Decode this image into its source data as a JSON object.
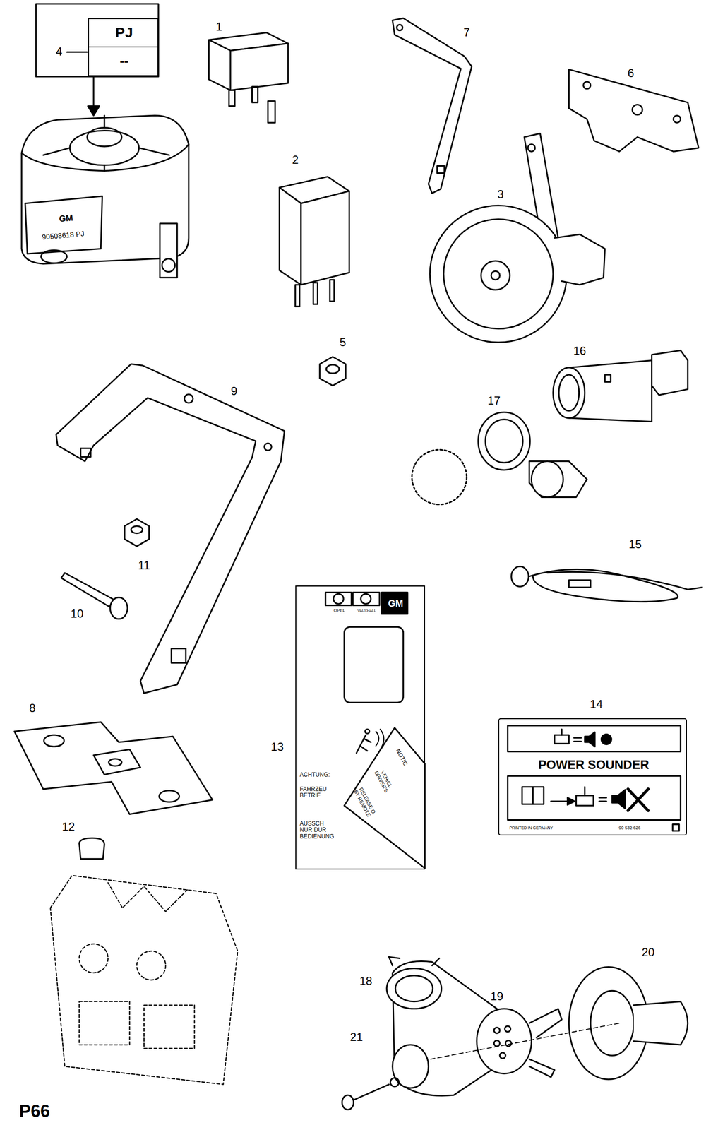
{
  "diagram": {
    "nodes": [
      {
        "text": [
          "PJ",
          "--"
        ]
      },
      {
        "text": [
          "OPEL",
          "VAUXHALL",
          "GM",
          "ACHTUNG:",
          "FAHRZEU BETRIE",
          "AUSSCH NUR DUR BEDIENUNG",
          "NOTIC",
          "VEHICL DRIVER'S",
          "RELEASE O BY REMOTE"
        ]
      },
      {
        "text": [
          "POWER SOUNDER",
          "PRINTED IN GERMANY",
          "90 532 626"
        ]
      }
    ],
    "labels": [
      "1",
      "7",
      "6",
      "4",
      "2",
      "3",
      "GM",
      "90508618 PJ",
      "5",
      "16",
      "9",
      "17",
      "15",
      "11",
      "10",
      "8",
      "14",
      "13",
      "12",
      "18",
      "20",
      "19",
      "21",
      "P66"
    ]
  }
}
